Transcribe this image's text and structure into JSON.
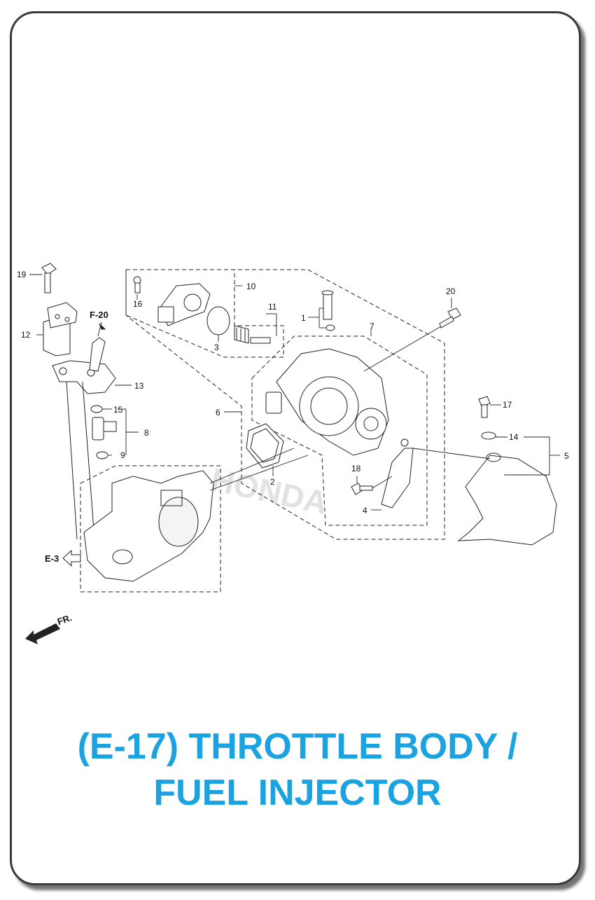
{
  "diagram": {
    "part_numbers": [
      "1",
      "2",
      "3",
      "4",
      "5",
      "6",
      "7",
      "8",
      "9",
      "10",
      "11",
      "12",
      "13",
      "14",
      "15",
      "16",
      "17",
      "18",
      "19",
      "20"
    ],
    "refs": {
      "f20": "F-20",
      "e3": "E-3",
      "front": "FR."
    },
    "watermark": "HONDA"
  },
  "title": {
    "line1": "(E-17) THROTTLE BODY /",
    "line2": "FUEL INJECTOR"
  },
  "colors": {
    "title": "#1aa3e0",
    "border": "#3a3a3a",
    "line": "#222222"
  }
}
